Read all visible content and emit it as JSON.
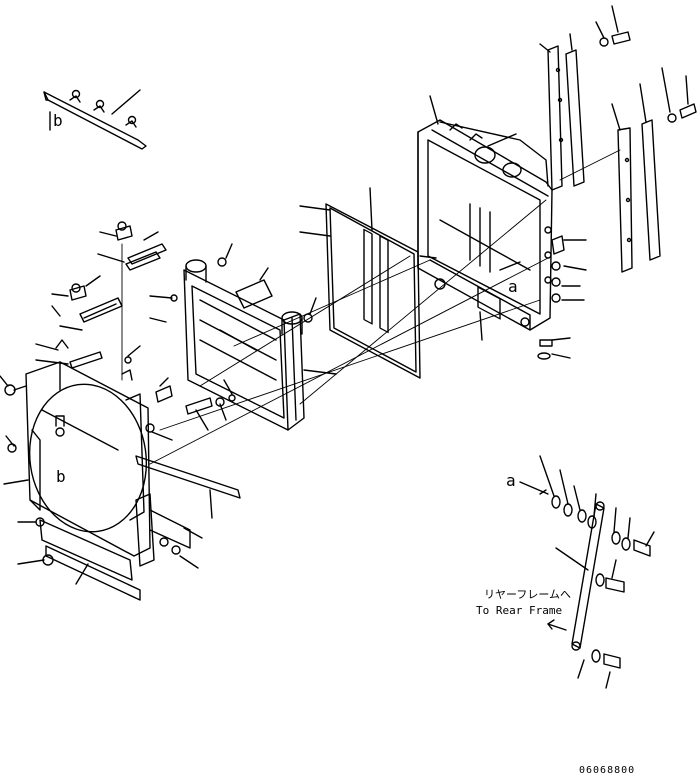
{
  "diagram": {
    "callouts": {
      "ref_a_radiator": "a",
      "ref_a_stay": "a",
      "ref_b_top": "b",
      "ref_b_shroud": "b"
    },
    "note": {
      "jp": "リヤーフレームへ",
      "en": "To Rear Frame"
    },
    "figure_id": "06068800"
  }
}
